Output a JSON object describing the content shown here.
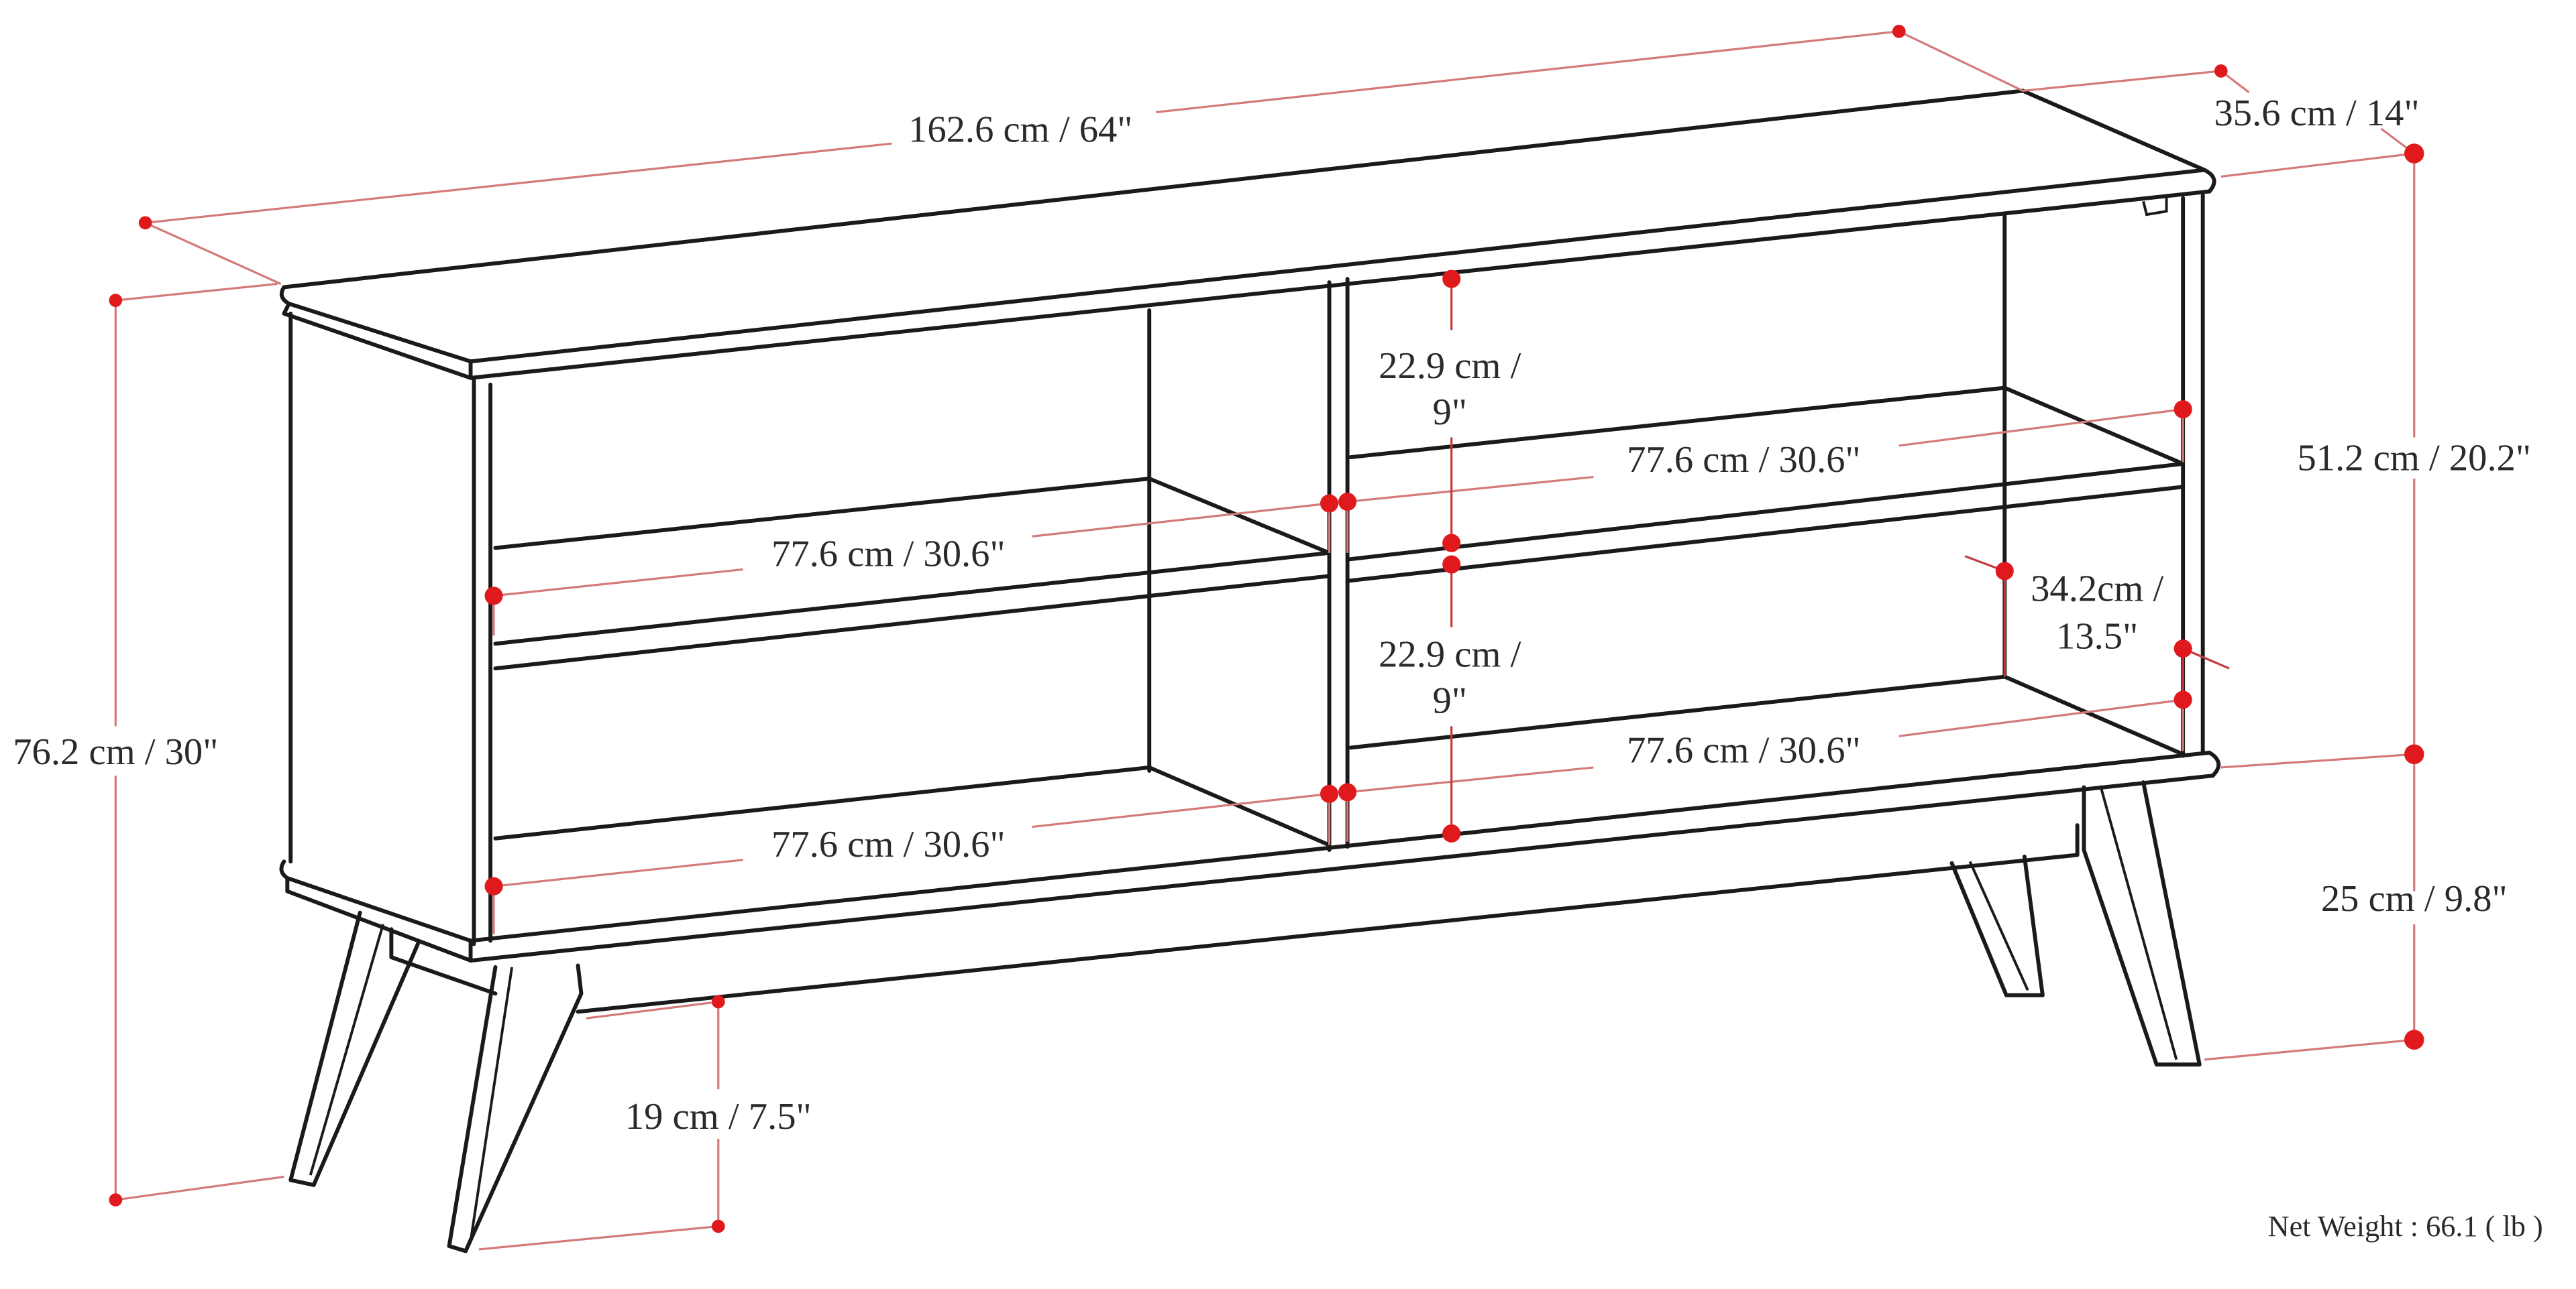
{
  "product": {
    "type": "TV stand / open shelf console",
    "net_weight_label": "Net Weight : 66.1 ( lb )"
  },
  "dimensions": {
    "overall_width": "162.6 cm / 64\"",
    "overall_depth": "35.6 cm / 14\"",
    "overall_height": "76.2 cm / 30\"",
    "body_height": "51.2 cm / 20.2\"",
    "leg_height_side": "25 cm / 9.8\"",
    "leg_clearance": "19 cm / 7.5\"",
    "shelf_width_upper_left": "77.6 cm / 30.6\"",
    "shelf_width_lower_left": "77.6 cm / 30.6\"",
    "shelf_width_upper_right": "77.6 cm / 30.6\"",
    "shelf_width_lower_right": "77.6 cm / 30.6\"",
    "upper_compartment_height_line1": "22.9 cm /",
    "upper_compartment_height_line2": "9\"",
    "lower_compartment_height_line1": "22.9 cm /",
    "lower_compartment_height_line2": "9\"",
    "shelf_depth_line1": "34.2cm /",
    "shelf_depth_line2": "13.5\""
  },
  "colors": {
    "line_ink": "#1a1a1a",
    "dimension_line": "#d47a7a",
    "dimension_dot": "#e0191c",
    "text": "#2a2a2a",
    "background": "#ffffff"
  }
}
